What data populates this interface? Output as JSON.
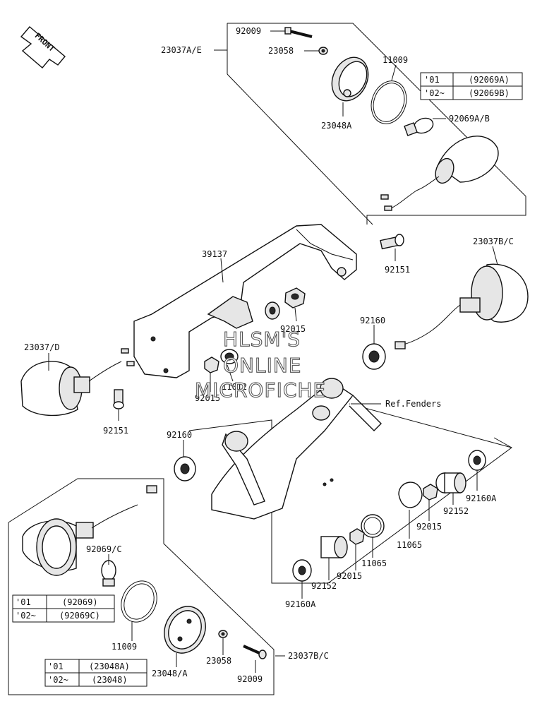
{
  "direction_tag": "FRONT",
  "watermark": {
    "line1": "HLSM'S",
    "line2": "ONLINE",
    "line3": "MICROFICHE"
  },
  "parts": [
    {
      "id": "p92009a",
      "label": "92009"
    },
    {
      "id": "p23037ae",
      "label": "23037A/E"
    },
    {
      "id": "p23058a",
      "label": "23058"
    },
    {
      "id": "p11009a",
      "label": "11009"
    },
    {
      "id": "p23048a",
      "label": "23048A"
    },
    {
      "id": "p92069ab",
      "label": "92069A/B"
    },
    {
      "id": "p39137",
      "label": "39137"
    },
    {
      "id": "p92151a",
      "label": "92151"
    },
    {
      "id": "p23037bc_top",
      "label": "23037B/C"
    },
    {
      "id": "p92015a",
      "label": "92015"
    },
    {
      "id": "p92160a",
      "label": "92160"
    },
    {
      "id": "p23037d",
      "label": "23037/D"
    },
    {
      "id": "p11012",
      "label": "11012"
    },
    {
      "id": "p92015b",
      "label": "92015"
    },
    {
      "id": "p92151b",
      "label": "92151"
    },
    {
      "id": "pref",
      "label": "Ref.Fenders"
    },
    {
      "id": "p92160b",
      "label": "92160"
    },
    {
      "id": "p92160A_r",
      "label": "92160A"
    },
    {
      "id": "p92152a",
      "label": "92152"
    },
    {
      "id": "p92015c",
      "label": "92015"
    },
    {
      "id": "p11065a",
      "label": "11065"
    },
    {
      "id": "p11065b",
      "label": "11065"
    },
    {
      "id": "p92015d",
      "label": "92015"
    },
    {
      "id": "p92152b",
      "label": "92152"
    },
    {
      "id": "p92160A_b",
      "label": "92160A"
    },
    {
      "id": "p92069c",
      "label": "92069/C"
    },
    {
      "id": "p11009b",
      "label": "11009"
    },
    {
      "id": "p23048_a",
      "label": "23048/A"
    },
    {
      "id": "p23058b",
      "label": "23058"
    },
    {
      "id": "p92009b",
      "label": "92009"
    },
    {
      "id": "p23037bc_bot",
      "label": "23037B/C"
    }
  ],
  "tables": {
    "bulb_top": [
      {
        "year": "'01",
        "part": "(92069A)"
      },
      {
        "year": "'02~",
        "part": "(92069B)"
      }
    ],
    "bulb_bottom": [
      {
        "year": "'01",
        "part": "(92069)"
      },
      {
        "year": "'02~",
        "part": "(92069C)"
      }
    ],
    "lens_bottom": [
      {
        "year": "'01",
        "part": "(23048A)"
      },
      {
        "year": "'02~",
        "part": "(23048)"
      }
    ]
  }
}
